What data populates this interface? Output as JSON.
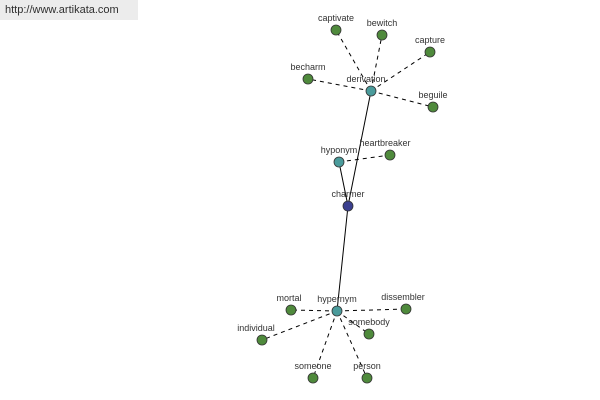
{
  "watermark": "http://www.artikata.com",
  "colors": {
    "center": "#3b3f8f",
    "relation": "#4a9b9b",
    "leaf": "#4f8a3c"
  },
  "nodes": {
    "charmer": {
      "label": "charmer",
      "kind": "center"
    },
    "derivation": {
      "label": "derivation",
      "kind": "relation"
    },
    "hyponym": {
      "label": "hyponym",
      "kind": "relation"
    },
    "hypernym": {
      "label": "hypernym",
      "kind": "relation"
    },
    "captivate": {
      "label": "captivate",
      "kind": "leaf"
    },
    "bewitch": {
      "label": "bewitch",
      "kind": "leaf"
    },
    "capture": {
      "label": "capture",
      "kind": "leaf"
    },
    "becharm": {
      "label": "becharm",
      "kind": "leaf"
    },
    "beguile": {
      "label": "beguile",
      "kind": "leaf"
    },
    "heartbreaker": {
      "label": "heartbreaker",
      "kind": "leaf"
    },
    "mortal": {
      "label": "mortal",
      "kind": "leaf"
    },
    "dissembler": {
      "label": "dissembler",
      "kind": "leaf"
    },
    "individual": {
      "label": "individual",
      "kind": "leaf"
    },
    "somebody": {
      "label": "somebody",
      "kind": "leaf"
    },
    "someone": {
      "label": "someone",
      "kind": "leaf"
    },
    "person": {
      "label": "person",
      "kind": "leaf"
    }
  },
  "edges": [
    {
      "from": "charmer",
      "to": "derivation",
      "style": "solid"
    },
    {
      "from": "charmer",
      "to": "hyponym",
      "style": "solid"
    },
    {
      "from": "charmer",
      "to": "hypernym",
      "style": "solid"
    },
    {
      "from": "derivation",
      "to": "captivate",
      "style": "dashed"
    },
    {
      "from": "derivation",
      "to": "bewitch",
      "style": "dashed"
    },
    {
      "from": "derivation",
      "to": "capture",
      "style": "dashed"
    },
    {
      "from": "derivation",
      "to": "becharm",
      "style": "dashed"
    },
    {
      "from": "derivation",
      "to": "beguile",
      "style": "dashed"
    },
    {
      "from": "hyponym",
      "to": "heartbreaker",
      "style": "dashed"
    },
    {
      "from": "hypernym",
      "to": "mortal",
      "style": "dashed"
    },
    {
      "from": "hypernym",
      "to": "dissembler",
      "style": "dashed"
    },
    {
      "from": "hypernym",
      "to": "individual",
      "style": "dashed"
    },
    {
      "from": "hypernym",
      "to": "somebody",
      "style": "dashed"
    },
    {
      "from": "hypernym",
      "to": "someone",
      "style": "dashed"
    },
    {
      "from": "hypernym",
      "to": "person",
      "style": "dashed"
    }
  ]
}
